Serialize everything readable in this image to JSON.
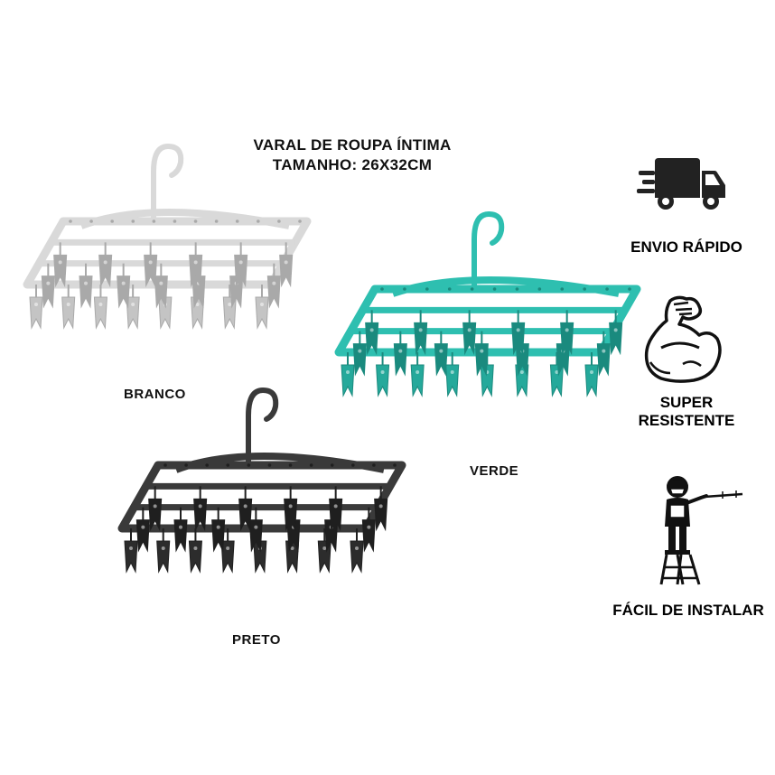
{
  "title": {
    "line1": "VARAL DE ROUPA ÍNTIMA",
    "line2": "TAMANHO: 26X32CM"
  },
  "variants": [
    {
      "label": "BRANCO",
      "color": "#d9d9d9",
      "clip": "#c4c4c4",
      "dark": "#a9a9a9"
    },
    {
      "label": "VERDE",
      "color": "#2ebfb0",
      "clip": "#25a99b",
      "dark": "#1a8a7e"
    },
    {
      "label": "PRETO",
      "color": "#3a3a3a",
      "clip": "#2c2c2c",
      "dark": "#1f1f1f"
    }
  ],
  "features": [
    {
      "icon": "delivery-truck-icon",
      "label": "ENVIO RÁPIDO"
    },
    {
      "icon": "flexed-arm-icon",
      "label_line1": "SUPER",
      "label_line2": "RESISTENTE"
    },
    {
      "icon": "worker-on-ladder-icon",
      "label": "FÁCIL DE INSTALAR"
    }
  ]
}
